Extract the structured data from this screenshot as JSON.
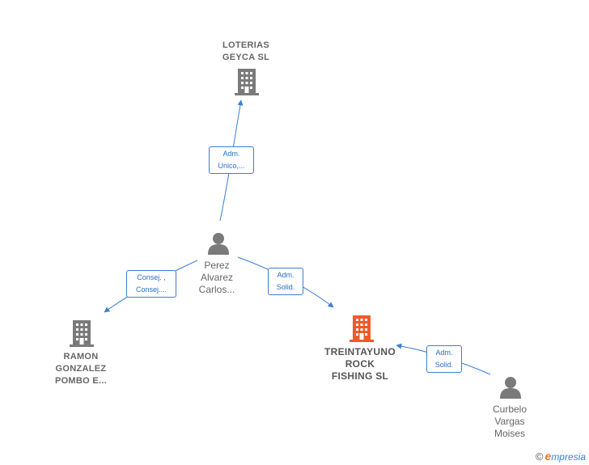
{
  "colors": {
    "edge": "#3b7fd4",
    "company_icon": "#7a7a7a",
    "main_company_icon": "#f05a28",
    "person_icon": "#7a7a7a"
  },
  "nodes": {
    "loterias": {
      "label": "LOTERIAS\nGEYCA  SL",
      "icon": "building-icon"
    },
    "ramon": {
      "label": "RAMON\nGONZALEZ\nPOMBO E...",
      "icon": "building-icon"
    },
    "treintayuno": {
      "label": "TREINTAYUNO\nROCK\nFISHING  SL",
      "icon": "building-icon"
    },
    "perez": {
      "label_lines": [
        "Perez",
        "Alvarez",
        "Carlos..."
      ],
      "icon": "person-icon"
    },
    "curbelo": {
      "label_lines": [
        "Curbelo",
        "Vargas",
        "Moises"
      ],
      "icon": "person-icon"
    }
  },
  "edges": {
    "perez_loterias": {
      "line1": "Adm.",
      "line2": "Unico,..."
    },
    "perez_ramon": {
      "line1": "Consej. ,",
      "line2": "Consej...."
    },
    "perez_treintayuno": {
      "line1": "Adm.",
      "line2": "Solid."
    },
    "curbelo_treintayuno": {
      "line1": "Adm.",
      "line2": "Solid."
    }
  },
  "footer": {
    "copyright": "©",
    "brand_e": "e",
    "brand_rest": "mpresia"
  }
}
